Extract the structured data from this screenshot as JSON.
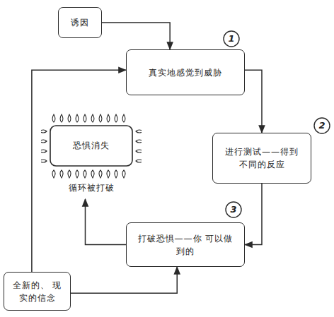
{
  "diagram": {
    "nodes": [
      {
        "text": [
          "诱因"
        ]
      },
      {
        "text": [
          "真实地感觉到威胁"
        ]
      },
      {
        "text": [
          "进行测试——得到 不同的反应"
        ]
      },
      {
        "text": [
          "恐惧消失",
          "循环被打破"
        ]
      },
      {
        "text": [
          "打破恐惧——你 可以做到的"
        ]
      },
      {
        "text": [
          "全新的、 现实的信念"
        ]
      }
    ],
    "edges": [
      {
        "from": 0,
        "to": 1,
        "arrow": "to"
      },
      {
        "from": 1,
        "to": 2,
        "arrow": "to"
      },
      {
        "from": 2,
        "to": 4,
        "arrow": "to"
      },
      {
        "from": 4,
        "to": 3,
        "arrow": "to"
      },
      {
        "from": 5,
        "to": 4,
        "arrow": "to"
      },
      {
        "from": 5,
        "to": 1,
        "arrow": "to"
      }
    ],
    "labels": [
      "1",
      "2",
      "3"
    ]
  }
}
